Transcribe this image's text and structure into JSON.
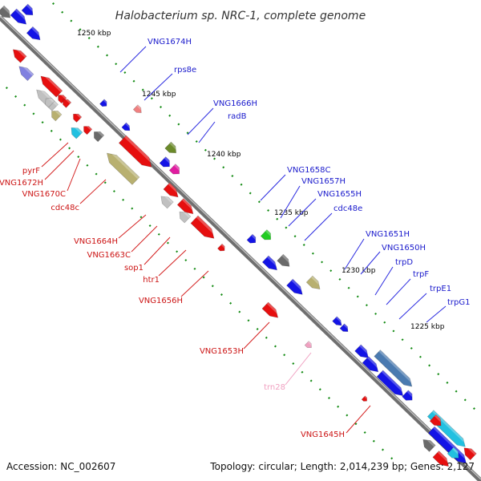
{
  "title": "Halobacterium sp. NRC-1, complete genome",
  "footer": {
    "accession": "Accession: NC_002607",
    "topology": "Topology: circular; Length: 2,014,239 bp; Genes: 2,127"
  },
  "ticks": [
    "1250 kbp",
    "1245 kbp",
    "1240 kbp",
    "1235 kbp",
    "1230 kbp",
    "1225 kbp"
  ],
  "upper_labels": [
    "VNG1674H",
    "rps8e",
    "VNG1666H",
    "radB",
    "VNG1658C",
    "VNG1657H",
    "VNG1655H",
    "cdc48e",
    "VNG1651H",
    "VNG1650H",
    "trpD",
    "trpF",
    "trpE1",
    "trpG1"
  ],
  "lower_labels": [
    "pyrF",
    "VNG1672H",
    "VNG1670C",
    "cdc48c",
    "VNG1664H",
    "VNG1663C",
    "sop1",
    "htr1",
    "VNG1656H",
    "VNG1653H",
    "trn28",
    "VNG1645H"
  ],
  "colors": {
    "forward": "#1414e6",
    "reverse": "#e60f0f",
    "upper_label": "#1a1acc",
    "lower_label": "#cc1414",
    "rna_label": "#f0a0c0",
    "backbone": "#808080",
    "tick_dot": "#128a12"
  }
}
